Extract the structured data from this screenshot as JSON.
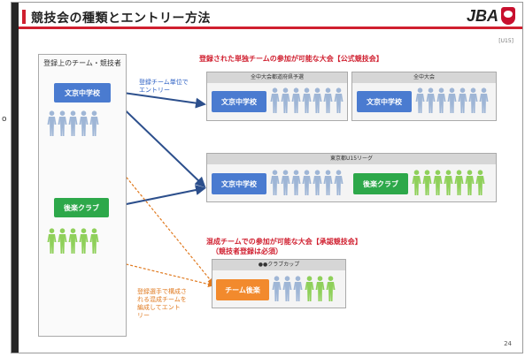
{
  "header": {
    "title": "競技会の種類とエントリー方法",
    "logo_text": "JBA"
  },
  "tag": "[U15]",
  "page_number": "24",
  "left_panel": {
    "title": "登録上のチーム・競技者",
    "school_team": "文京中学校",
    "club_team": "後楽クラブ"
  },
  "captions": {
    "team_entry": "登録チーム単位で\nエントリー",
    "mixed_entry": "登録選手で構成さ\nれる混成チームを\n編成してエント\nリー"
  },
  "official": {
    "heading": "登録された単独チームの参加が可能な大会【公式競技会】",
    "event1_title": "全中大会都道府県予選",
    "event2_title": "全中大会",
    "event3_title": "東京都U15リーグ",
    "school_team": "文京中学校",
    "club_team": "後楽クラブ"
  },
  "approved": {
    "heading": "混成チームでの参加が可能な大会【承認競技会】",
    "subheading": "（競技者登録は必須）",
    "event_title": "●●クラブカップ",
    "mixed_team": "チーム後楽"
  },
  "colors": {
    "accent_red": "#d01f2f",
    "team_blue": "#4a7bd0",
    "club_green": "#2da84a",
    "mixed_orange": "#f28a2d",
    "person_blue": "#9fb6d6",
    "person_green": "#8fd05a"
  }
}
